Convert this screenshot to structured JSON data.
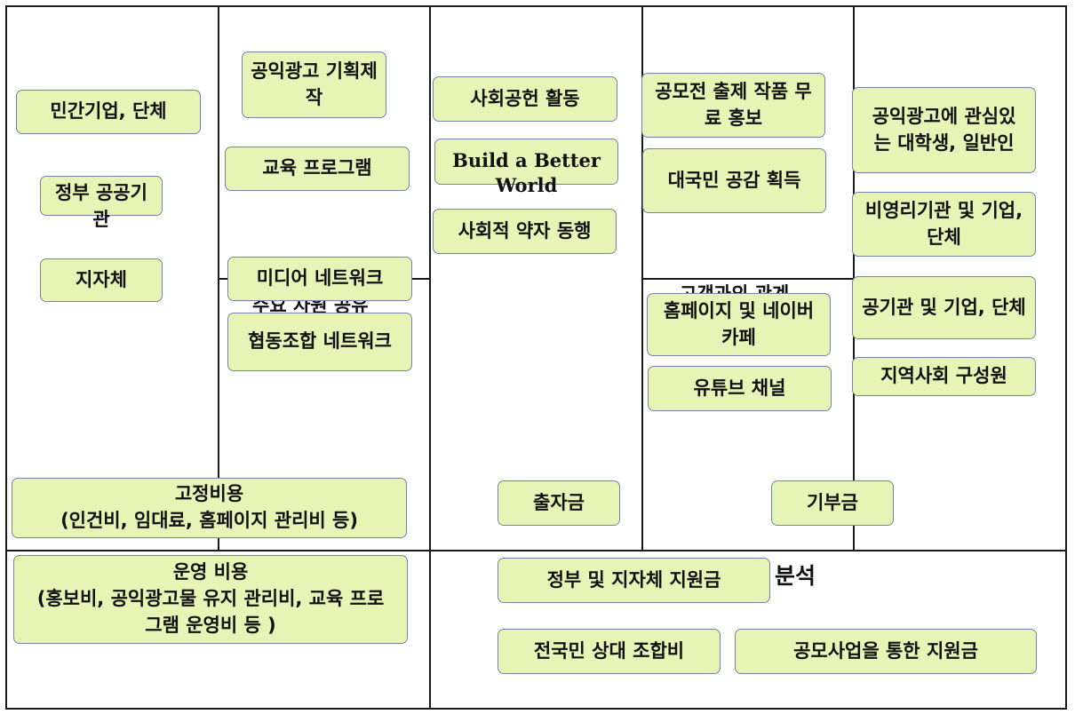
{
  "background": "#ffffff",
  "note_color": "#e8f3b6",
  "note_border_color": "#6f86a8",
  "grid_line_color": "#1a1a1a",
  "key_partners": {
    "items": [
      "민간기업, 단체",
      "정부 공공기\n관",
      "지자체"
    ]
  },
  "key_activities": {
    "items": [
      "공익광고 기획제\n작",
      "교육 프로그램"
    ]
  },
  "key_resources": {
    "title_partial": "주요 자원 공유",
    "items": [
      "미디어 네트워크",
      "협동조합 네트워크"
    ]
  },
  "value_propositions": {
    "items": [
      "사회공헌 활동",
      "Build a Better\nWorld",
      "사회적 약자 동행"
    ]
  },
  "customer_relationships": {
    "items": [
      "공모전 출제 작품 무\n료 홍보",
      "대국민 공감 획득"
    ]
  },
  "channels": {
    "title_partial": "고객과의 관계",
    "items": [
      "홈페이지 및 네이버\n카페",
      "유튜브 채널"
    ]
  },
  "customer_segments": {
    "items": [
      "공익광고에 관심있\n는 대학생, 일반인",
      "비영리기관 및 기업,\n단체",
      "공기관 및 기업, 단체",
      "지역사회 구성원"
    ]
  },
  "cost_structure": {
    "items": [
      "고정비용\n(인건비, 임대료, 홈페이지 관리비 등)",
      "운영 비용\n(홍보비, 공익광고물 유지 관리비, 교육 프로\n그램 운영비 등 )"
    ]
  },
  "revenue_streams": {
    "title_partial": "분석",
    "items": [
      "출자금",
      "기부금",
      "정부 및 지자체 지원금",
      "전국민 상대 조합비",
      "공모사업을 통한 지원금"
    ]
  }
}
